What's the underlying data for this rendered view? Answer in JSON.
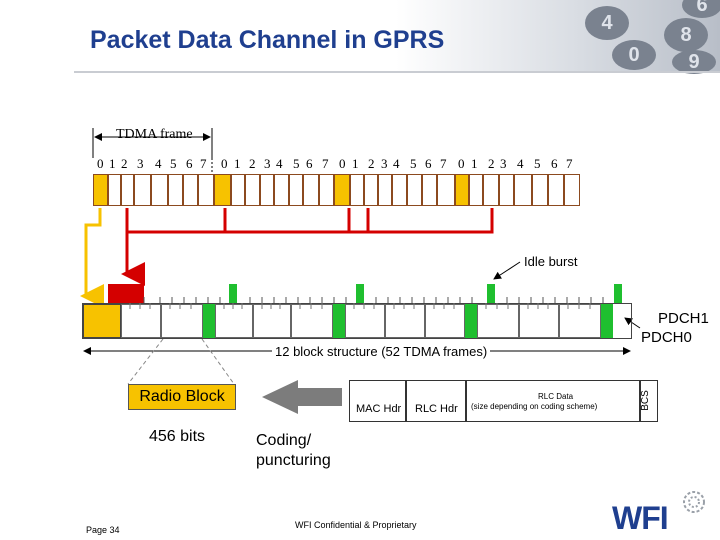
{
  "title": "Packet Data Channel in GPRS",
  "keypad_digits": [
    "4",
    "8",
    "0",
    "6",
    "9"
  ],
  "tdma_frame_label": "TDMA frame",
  "frame_digits": [
    "0",
    "1",
    "2",
    "3",
    "4",
    "5",
    "6",
    "7",
    "0",
    "1",
    "2",
    "3",
    "4",
    "5",
    "6",
    "7",
    "0",
    "1",
    "2",
    "3",
    "4",
    "5",
    "6",
    "7",
    "0",
    "1",
    "2",
    "3",
    "4",
    "5",
    "6",
    "7"
  ],
  "idle_burst_label": "Idle burst",
  "pdch1_label": "PDCH1",
  "pdch0_label": "PDCH0",
  "structure_label": "12 block structure (52 TDMA frames)",
  "radio_block_label": "Radio Block",
  "bits_label": "456 bits",
  "coding_label_1": "Coding/",
  "coding_label_2": "puncturing",
  "mac_hdr_label": "MAC Hdr",
  "rlc_hdr_label": "RLC Hdr",
  "rlc_data_label_1": "RLC Data",
  "rlc_data_label_2": "(size depending on coding scheme)",
  "bcs_label": "BCS",
  "footer_left": "Page 34",
  "footer_center": "WFI Confidential & Proprietary",
  "logo_text": "WFI",
  "colors": {
    "title": "#1f3f8f",
    "slot_yellow": "#f7c200",
    "arrow_red": "#d40000",
    "green": "#1fbf2f",
    "logo_blue": "#1f3f8f"
  }
}
